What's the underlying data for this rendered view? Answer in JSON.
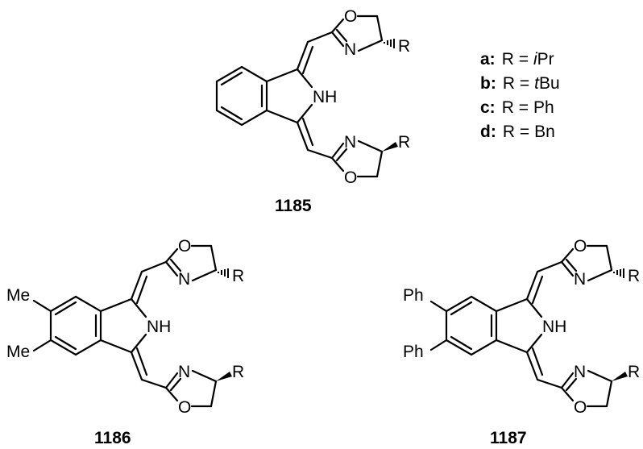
{
  "compounds": [
    {
      "id": "1185",
      "label": "1185",
      "O_top": "O",
      "N_top": "N",
      "R_top": "R",
      "NH": "NH",
      "N_bottom": "N",
      "O_bottom": "O",
      "R_bottom": "R",
      "substituent_top": "",
      "substituent_bottom": ""
    },
    {
      "id": "1186",
      "label": "1186",
      "O_top": "O",
      "N_top": "N",
      "R_top": "R",
      "NH": "NH",
      "N_bottom": "N",
      "O_bottom": "O",
      "R_bottom": "R",
      "substituent_top": "Me",
      "substituent_bottom": "Me"
    },
    {
      "id": "1187",
      "label": "1187",
      "O_top": "O",
      "N_top": "N",
      "R_top": "R",
      "NH": "NH",
      "N_bottom": "N",
      "O_bottom": "O",
      "R_bottom": "R",
      "substituent_top": "Ph",
      "substituent_bottom": "Ph"
    }
  ],
  "legend": [
    {
      "key": "a:",
      "eq": "R =",
      "prefix": "i",
      "rest": "Pr"
    },
    {
      "key": "b:",
      "eq": "R =",
      "prefix": "t",
      "rest": "Bu"
    },
    {
      "key": "c:",
      "eq": "R =",
      "prefix": "",
      "rest": "Ph"
    },
    {
      "key": "d:",
      "eq": "R =",
      "prefix": "",
      "rest": "Bn"
    }
  ]
}
